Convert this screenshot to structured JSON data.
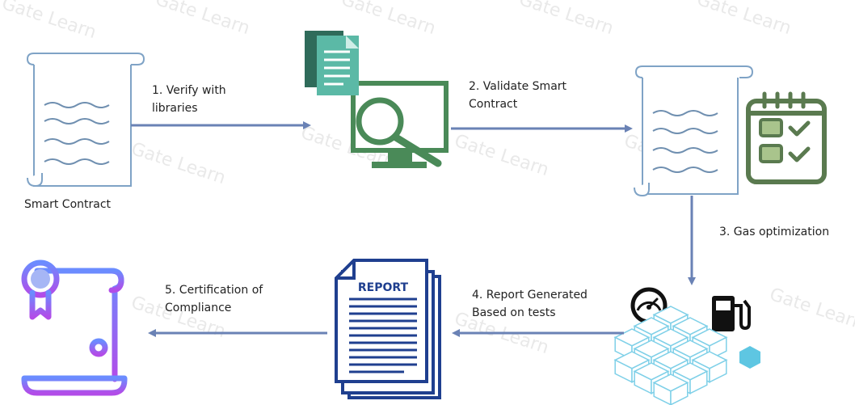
{
  "watermark": "Gate Learn",
  "nodes": {
    "smart_contract": "Smart Contract",
    "report_title": "REPORT"
  },
  "steps": {
    "step1": [
      "1. Verify with",
      "libraries"
    ],
    "step2": [
      "2. Validate Smart",
      "Contract"
    ],
    "step3": [
      "3. Gas optimization"
    ],
    "step4": [
      "4. Report Generated",
      "Based on tests"
    ],
    "step5": [
      "5. Certification of",
      "Compliance"
    ]
  },
  "colors": {
    "arrow": "#6a82b5",
    "monitor": "#4a8a58",
    "monitor_screen": "#ffffff",
    "document_teal": "#5bb9a6",
    "document_dark": "#2f6b5a",
    "scroll_stroke": "#7fa3c6",
    "checklist": "#5a7a4f",
    "checkbox_fill": "#a9c48c",
    "report_blue": "#1f3f8f",
    "cubes": "#7fd0e8",
    "certificate_start": "#6b8cff",
    "certificate_end": "#b24ce8"
  }
}
